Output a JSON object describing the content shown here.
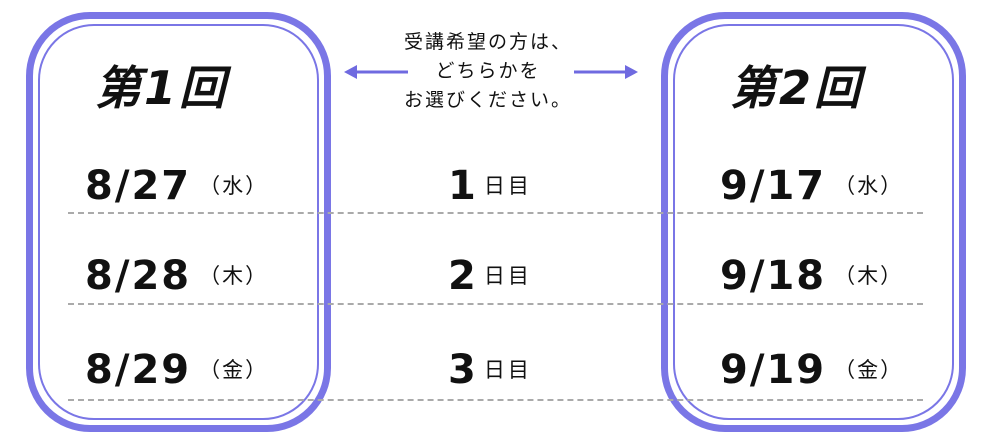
{
  "rounds": [
    {
      "title": "第1回",
      "dates": [
        {
          "date": "8/27",
          "dow": "（水）"
        },
        {
          "date": "8/28",
          "dow": "（木）"
        },
        {
          "date": "8/29",
          "dow": "（金）"
        }
      ]
    },
    {
      "title": "第2回",
      "dates": [
        {
          "date": "9/17",
          "dow": "（水）"
        },
        {
          "date": "9/18",
          "dow": "（木）"
        },
        {
          "date": "9/19",
          "dow": "（金）"
        }
      ]
    }
  ],
  "days": [
    {
      "num": "1",
      "unit": "日目"
    },
    {
      "num": "2",
      "unit": "日目"
    },
    {
      "num": "3",
      "unit": "日目"
    }
  ],
  "note": {
    "lines": [
      "受講希望の方は、",
      "どちらかを",
      "お選びください。"
    ]
  },
  "colors": {
    "frame": "#7a76e6",
    "arrow": "#6f6ae0",
    "divider": "#aaaaaa"
  }
}
